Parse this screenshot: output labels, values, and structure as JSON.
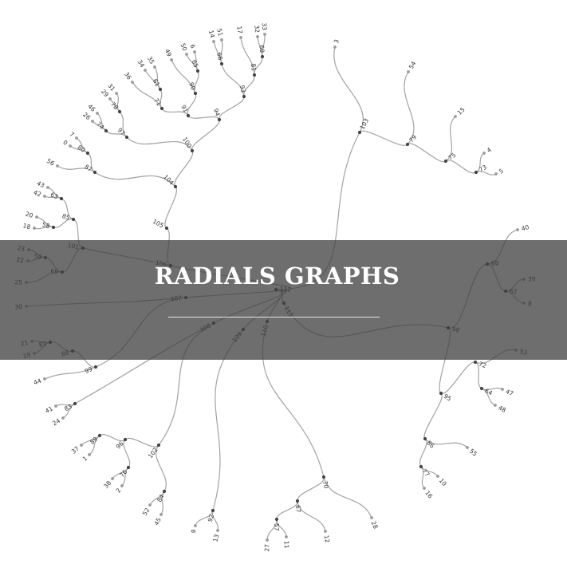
{
  "banner": {
    "title": "RADIALS GRAPHS"
  },
  "colors": {
    "edge": "#a3a3a3",
    "internal_node": "#444444",
    "leaf_node": "#9a9a9a",
    "label": "#333333",
    "banner": "#404040"
  },
  "tree": {
    "leaves": [
      "0",
      "1",
      "2",
      "3",
      "4",
      "5",
      "6",
      "7",
      "8",
      "9",
      "10",
      "11",
      "12",
      "13",
      "14",
      "15",
      "16",
      "17",
      "18",
      "19",
      "20",
      "21",
      "22",
      "23",
      "24",
      "25",
      "26",
      "27",
      "28",
      "29",
      "30",
      "31",
      "32",
      "33",
      "34",
      "35",
      "36",
      "37",
      "38",
      "39",
      "40",
      "41",
      "42",
      "43",
      "44",
      "45",
      "46",
      "47",
      "48",
      "49",
      "50",
      "51",
      "52",
      "53",
      "54",
      "55",
      "56"
    ],
    "internal": [
      "57",
      "58",
      "59",
      "60",
      "61",
      "62",
      "63",
      "64",
      "65",
      "66",
      "67",
      "68",
      "69",
      "70",
      "71",
      "72",
      "73",
      "74",
      "75",
      "76",
      "77",
      "78",
      "79",
      "80",
      "81",
      "82",
      "83",
      "84",
      "85",
      "86",
      "87",
      "88",
      "89",
      "90",
      "91",
      "92",
      "93",
      "94",
      "95",
      "96",
      "97",
      "98",
      "99",
      "100",
      "101",
      "102",
      "103",
      "104",
      "105",
      "106",
      "107",
      "108",
      "109",
      "110",
      "111",
      "112"
    ],
    "edges": [
      [
        "112",
        "111"
      ],
      [
        "112",
        "103"
      ],
      [
        "112",
        "106"
      ],
      [
        "112",
        "107"
      ],
      [
        "112",
        "108"
      ],
      [
        "112",
        "109"
      ],
      [
        "112",
        "110"
      ],
      [
        "103",
        "3"
      ],
      [
        "103",
        "79"
      ],
      [
        "79",
        "54"
      ],
      [
        "79",
        "75"
      ],
      [
        "75",
        "15"
      ],
      [
        "75",
        "73"
      ],
      [
        "73",
        "4"
      ],
      [
        "73",
        "5"
      ],
      [
        "106",
        "105"
      ],
      [
        "106",
        "101"
      ],
      [
        "105",
        "104"
      ],
      [
        "104",
        "100"
      ],
      [
        "104",
        "87"
      ],
      [
        "100",
        "94"
      ],
      [
        "100",
        "97"
      ],
      [
        "94",
        "93"
      ],
      [
        "94",
        "91"
      ],
      [
        "93",
        "81"
      ],
      [
        "93",
        "66"
      ],
      [
        "81",
        "60"
      ],
      [
        "81",
        "17"
      ],
      [
        "60",
        "32"
      ],
      [
        "60",
        "33"
      ],
      [
        "66",
        "14"
      ],
      [
        "66",
        "51"
      ],
      [
        "91",
        "90"
      ],
      [
        "91",
        "71"
      ],
      [
        "90",
        "65"
      ],
      [
        "90",
        "49"
      ],
      [
        "65",
        "50"
      ],
      [
        "65",
        "6"
      ],
      [
        "71",
        "61"
      ],
      [
        "71",
        "36"
      ],
      [
        "61",
        "34"
      ],
      [
        "61",
        "35"
      ],
      [
        "97",
        "78"
      ],
      [
        "97",
        "74"
      ],
      [
        "78",
        "29"
      ],
      [
        "78",
        "31"
      ],
      [
        "74",
        "26"
      ],
      [
        "74",
        "46"
      ],
      [
        "87",
        "80"
      ],
      [
        "87",
        "56"
      ],
      [
        "80",
        "0"
      ],
      [
        "80",
        "7"
      ],
      [
        "101",
        "85"
      ],
      [
        "101",
        "69"
      ],
      [
        "85",
        "63"
      ],
      [
        "85",
        "58"
      ],
      [
        "63",
        "43"
      ],
      [
        "63",
        "42"
      ],
      [
        "58",
        "20"
      ],
      [
        "58",
        "18"
      ],
      [
        "69",
        "59"
      ],
      [
        "69",
        "25"
      ],
      [
        "59",
        "23"
      ],
      [
        "59",
        "22"
      ],
      [
        "107",
        "30"
      ],
      [
        "107",
        "99"
      ],
      [
        "99",
        "88"
      ],
      [
        "99",
        "44"
      ],
      [
        "88",
        "82"
      ],
      [
        "82",
        "21"
      ],
      [
        "82",
        "19"
      ],
      [
        "108",
        "102"
      ],
      [
        "108",
        "83"
      ],
      [
        "83",
        "41"
      ],
      [
        "83",
        "24"
      ],
      [
        "102",
        "96"
      ],
      [
        "102",
        "84"
      ],
      [
        "96",
        "89"
      ],
      [
        "96",
        "76"
      ],
      [
        "89",
        "37"
      ],
      [
        "89",
        "1"
      ],
      [
        "76",
        "38"
      ],
      [
        "76",
        "2"
      ],
      [
        "84",
        "52"
      ],
      [
        "84",
        "45"
      ],
      [
        "109",
        "92"
      ],
      [
        "92",
        "9"
      ],
      [
        "92",
        "13"
      ],
      [
        "110",
        "70"
      ],
      [
        "70",
        "67"
      ],
      [
        "70",
        "28"
      ],
      [
        "67",
        "57"
      ],
      [
        "67",
        "12"
      ],
      [
        "57",
        "27"
      ],
      [
        "57",
        "11"
      ],
      [
        "111",
        "98"
      ],
      [
        "98",
        "68"
      ],
      [
        "98",
        "95"
      ],
      [
        "68",
        "40"
      ],
      [
        "68",
        "62"
      ],
      [
        "62",
        "39"
      ],
      [
        "62",
        "8"
      ],
      [
        "95",
        "72"
      ],
      [
        "95",
        "86"
      ],
      [
        "72",
        "53"
      ],
      [
        "72",
        "64"
      ],
      [
        "64",
        "47"
      ],
      [
        "64",
        "48"
      ],
      [
        "86",
        "77"
      ],
      [
        "86",
        "55"
      ],
      [
        "77",
        "10"
      ],
      [
        "77",
        "16"
      ]
    ]
  }
}
